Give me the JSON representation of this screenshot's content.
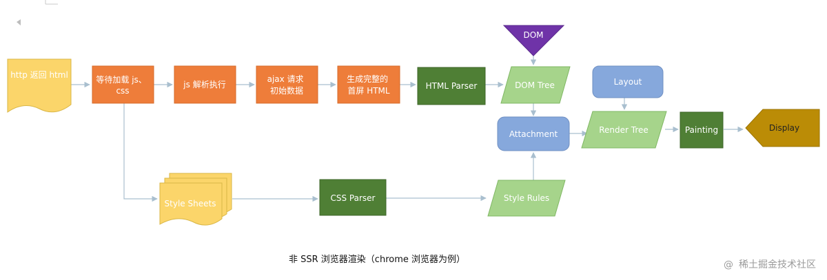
{
  "colors": {
    "orange": "#ee7d3a",
    "orange_border": "#d56a2a",
    "dark_green": "#4f7f35",
    "dark_green_border": "#3d6628",
    "light_green": "#a6d48b",
    "light_green_border": "#7fb763",
    "blue": "#86a8dc",
    "blue_border": "#6f8fc2",
    "yellow": "#fbd56a",
    "yellow_border": "#d9b645",
    "purple": "#6f33a8",
    "olive": "#bb8c06",
    "arrow": "#a9bfcf"
  },
  "nodes": {
    "http_request": "http 返回 html",
    "wait_load": [
      "等待加载 js、",
      "css"
    ],
    "js_exec": "js 解析执行",
    "ajax": [
      "ajax 请求",
      "初始数据"
    ],
    "generate": [
      "生成完整的",
      "首屏 HTML"
    ],
    "html_parser": "HTML Parser",
    "dom_tree": "DOM Tree",
    "dom": "DOM",
    "layout": "Layout",
    "attachment": "Attachment",
    "render_tree": "Render Tree",
    "painting": "Painting",
    "display": "Display",
    "style_sheets": "Style Sheets",
    "css_parser": "CSS Parser",
    "style_rules": "Style Rules"
  },
  "caption": "非 SSR 浏览器渲染（chrome 浏览器为例）",
  "watermark": "稀土掘金技术社区",
  "watermark_symbol": "@"
}
